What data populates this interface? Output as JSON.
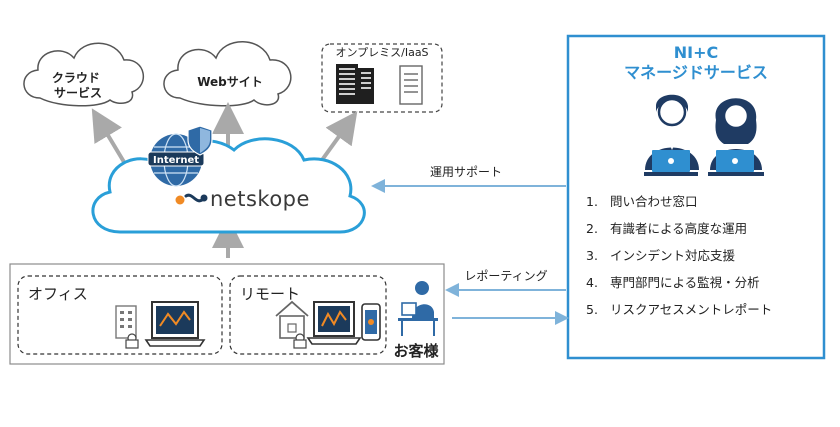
{
  "colors": {
    "accent": "#2f8fd0",
    "arrow_gray": "#a9a9a9",
    "cloud_blue": "#2a9fd8",
    "logo_orange": "#f08a24",
    "logo_navy": "#1b3a5b",
    "dark_navy": "#1f3b63"
  },
  "clouds": {
    "cloud_service": "クラウド\nサービス",
    "website": "Webサイト",
    "onprem": "オンプレミス/IaaS"
  },
  "central_cloud": {
    "globe_label": "Internet",
    "brand": "netskope"
  },
  "customer": {
    "office": "オフィス",
    "remote": "リモート",
    "label": "お客様"
  },
  "arrows": {
    "ops_support": "運用サポート",
    "reporting": "レポーティング"
  },
  "service_panel": {
    "title_line1": "NI+C",
    "title_line2": "マネージドサービス",
    "items": [
      {
        "num": "1.",
        "text": "問い合わせ窓口"
      },
      {
        "num": "2.",
        "text": "有識者による高度な運用"
      },
      {
        "num": "3.",
        "text": "インシデント対応支援"
      },
      {
        "num": "4.",
        "text": "専門部門による監視・分析"
      },
      {
        "num": "5.",
        "text": "リスクアセスメントレポート"
      }
    ]
  }
}
